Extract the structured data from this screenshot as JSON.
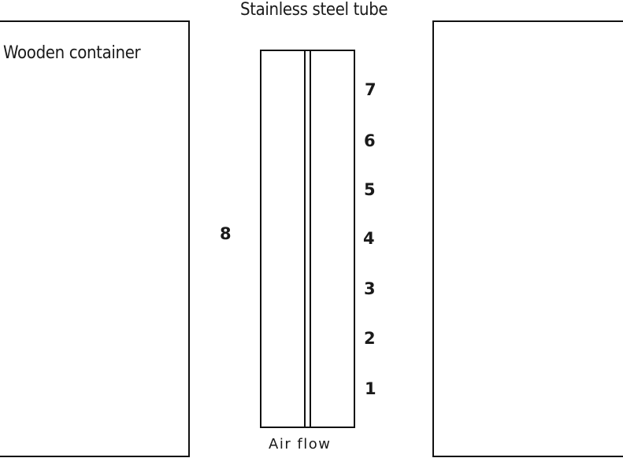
{
  "title": "Stainless steel tube",
  "container_label": "Wooden container",
  "airflow_label": "Air flow",
  "sensor_labels": [
    "1",
    "2",
    "3",
    "4",
    "5",
    "6",
    "7",
    "8"
  ]
}
